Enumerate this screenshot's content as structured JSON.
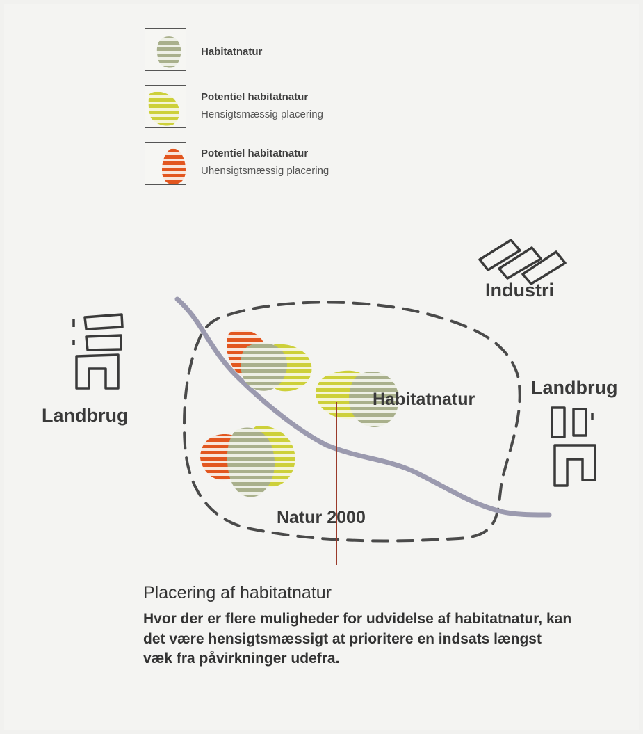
{
  "legend": {
    "items": [
      {
        "title": "Habitatnatur",
        "subtitle": ""
      },
      {
        "title": "Potentiel habitatnatur",
        "subtitle": "Hensigtsmæssig placering"
      },
      {
        "title": "Potentiel habitatnatur",
        "subtitle": "Uhensigtsmæssig placering"
      }
    ]
  },
  "map": {
    "labels": {
      "industri": "Industri",
      "landbrug_left": "Landbrug",
      "landbrug_right": "Landbrug",
      "habitatnatur": "Habitatnatur",
      "natur2000": "Natur 2000"
    }
  },
  "caption": {
    "title": "Placering af habitatnatur",
    "body": "Hvor der er flere muligheder for udvidelse af habitatnatur, kan det være hensigtsmæssigt at prioritere en indsats længst væk fra påvirkninger udefra."
  },
  "colors": {
    "habitat": "#aab48a",
    "potential_good": "#cfd033",
    "potential_bad": "#e2561f",
    "river": "#9b9aaf",
    "pointer": "#9a3a2a"
  }
}
